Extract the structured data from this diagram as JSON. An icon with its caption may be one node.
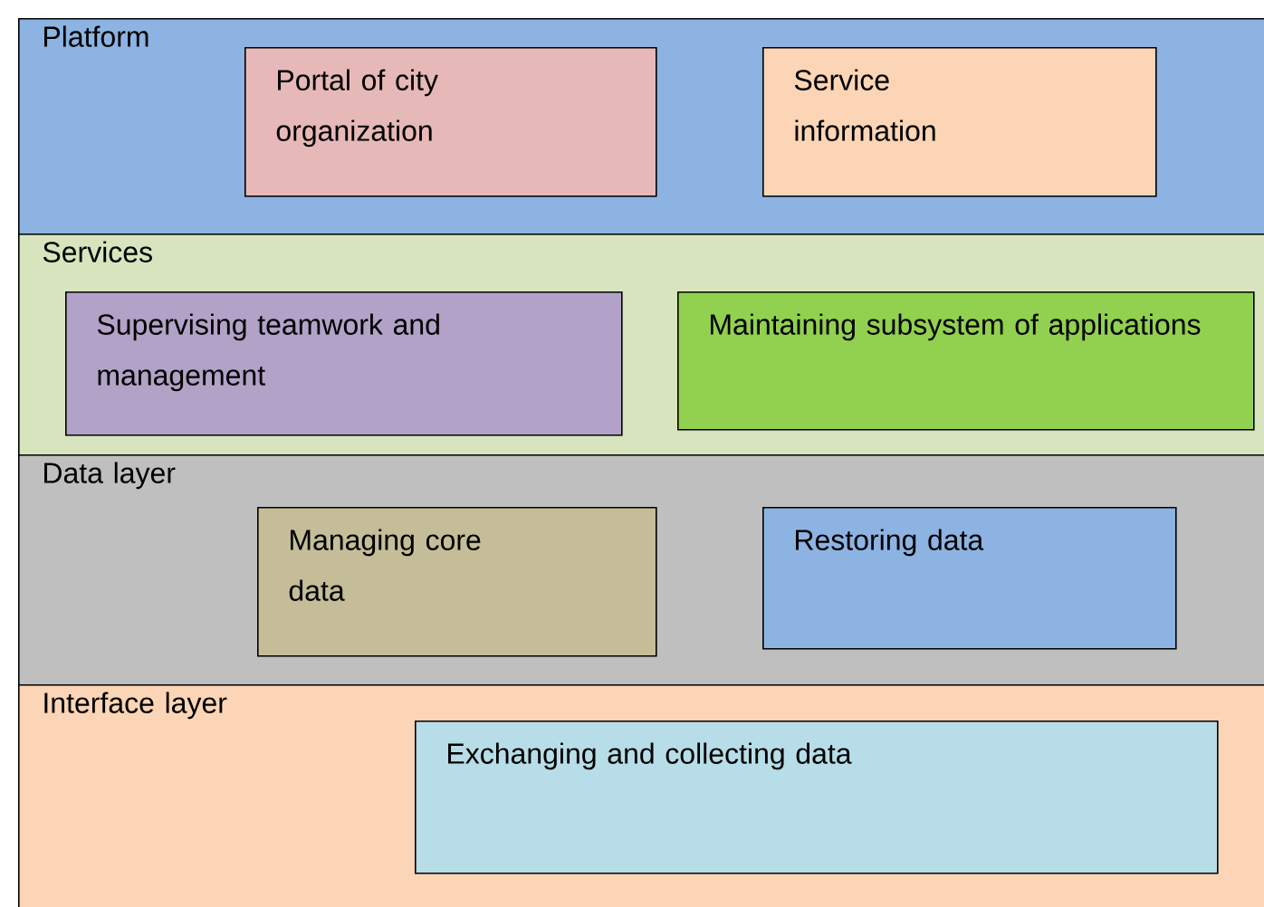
{
  "diagram": {
    "nodes": [
      {
        "text": [
          "Platform"
        ]
      },
      {
        "text": [
          "Portal of city organization"
        ],
        "in": 0
      },
      {
        "text": [
          "Service information"
        ],
        "in": 0
      },
      {
        "text": [
          "Services"
        ]
      },
      {
        "text": [
          "Supervising teamwork and management"
        ],
        "in": 3
      },
      {
        "text": [
          "Maintaining subsystem of applications"
        ],
        "in": 3
      },
      {
        "text": [
          "Data layer"
        ]
      },
      {
        "text": [
          "Managing core data"
        ],
        "in": 6
      },
      {
        "text": [
          "Restoring data"
        ],
        "in": 6
      },
      {
        "text": [
          "Interface layer"
        ]
      },
      {
        "text": [
          "Exchanging and collecting data"
        ],
        "in": 9
      }
    ]
  }
}
